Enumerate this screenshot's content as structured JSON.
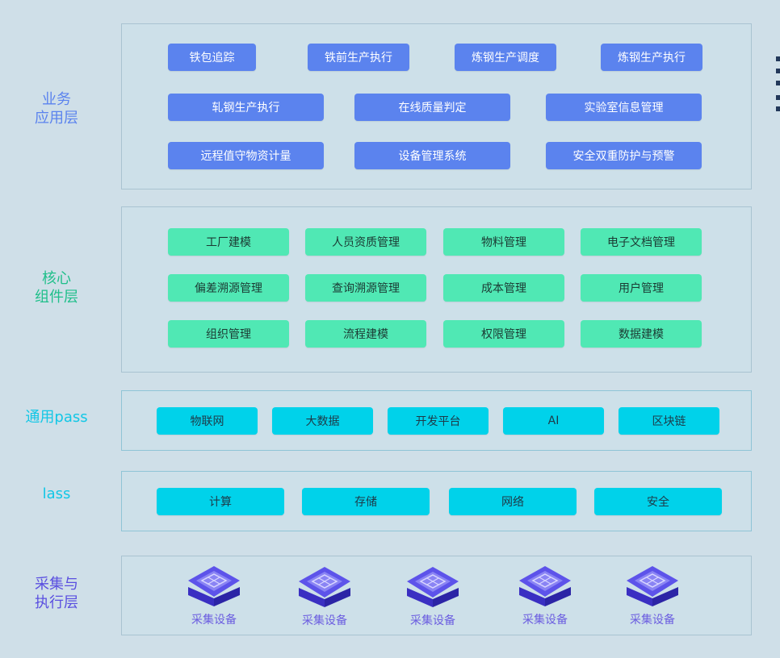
{
  "colors": {
    "background": "#cfdfe8",
    "business": "#5b83ee",
    "core": "#50e8b4",
    "cyan": "#00d2ea",
    "device": "#5248e0",
    "label_business": "#5b83ee",
    "label_core": "#1fbf8a",
    "label_pass": "#12c7e6",
    "label_device": "#5a4fe0"
  },
  "layers": {
    "business": {
      "label_line1": "业务",
      "label_line2": "应用层",
      "items": [
        "铁包追踪",
        "铁前生产执行",
        "炼钢生产调度",
        "炼钢生产执行",
        "轧钢生产执行",
        "在线质量判定",
        "实验室信息管理",
        "远程值守物资计量",
        "设备管理系统",
        "安全双重防护与预警"
      ]
    },
    "core": {
      "label_line1": "核心",
      "label_line2": "组件层",
      "items": [
        "工厂建模",
        "人员资质管理",
        "物料管理",
        "电子文档管理",
        "偏差溯源管理",
        "查询溯源管理",
        "成本管理",
        "用户管理",
        "组织管理",
        "流程建模",
        "权限管理",
        "数据建模"
      ]
    },
    "pass": {
      "label": "通用pass",
      "items": [
        "物联网",
        "大数据",
        "开发平台",
        "AI",
        "区块链"
      ]
    },
    "iaas": {
      "label": "lass",
      "items": [
        "计算",
        "存储",
        "网络",
        "安全"
      ]
    },
    "devices": {
      "label_line1": "采集与",
      "label_line2": "执行层",
      "items": [
        "采集设备",
        "采集设备",
        "采集设备",
        "采集设备",
        "采集设备"
      ]
    }
  }
}
